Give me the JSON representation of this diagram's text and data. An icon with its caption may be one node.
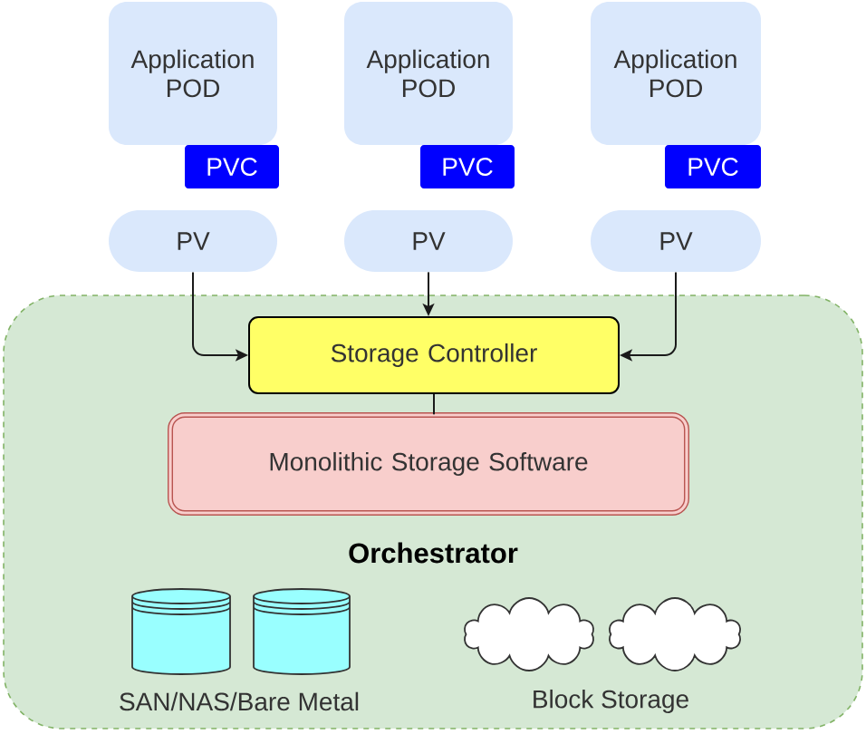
{
  "diagram": {
    "nodes": [
      {
        "text": [
          "Application POD"
        ]
      },
      {
        "text": [
          "PVC"
        ]
      },
      {
        "text": [
          "Application POD"
        ]
      },
      {
        "text": [
          "PVC"
        ]
      },
      {
        "text": [
          "Application POD"
        ]
      },
      {
        "text": [
          "PVC"
        ]
      },
      {
        "text": [
          "PV"
        ]
      },
      {
        "text": [
          "PV"
        ]
      },
      {
        "text": [
          "PV"
        ]
      },
      {
        "text": [
          "Orchestrator"
        ]
      },
      {
        "text": [
          "Storage Controller"
        ],
        "in": 9
      },
      {
        "text": [
          "Monolithic Storage Software"
        ],
        "in": 9
      },
      {
        "text": [],
        "shape": "cylinder",
        "in": 9
      },
      {
        "text": [],
        "shape": "cylinder",
        "in": 9
      },
      {
        "text": [],
        "shape": "cloud",
        "in": 9
      },
      {
        "text": [],
        "shape": "cloud",
        "in": 9
      }
    ],
    "edges": [
      {
        "from": 6,
        "to": 10,
        "arrow": "to"
      },
      {
        "from": 7,
        "to": 10,
        "arrow": "to"
      },
      {
        "from": 8,
        "to": 10,
        "arrow": "to"
      },
      {
        "from": 10,
        "to": 11,
        "arrow": "none"
      }
    ],
    "labels": [
      "SAN/NAS/Bare Metal",
      "Block Storage"
    ]
  }
}
